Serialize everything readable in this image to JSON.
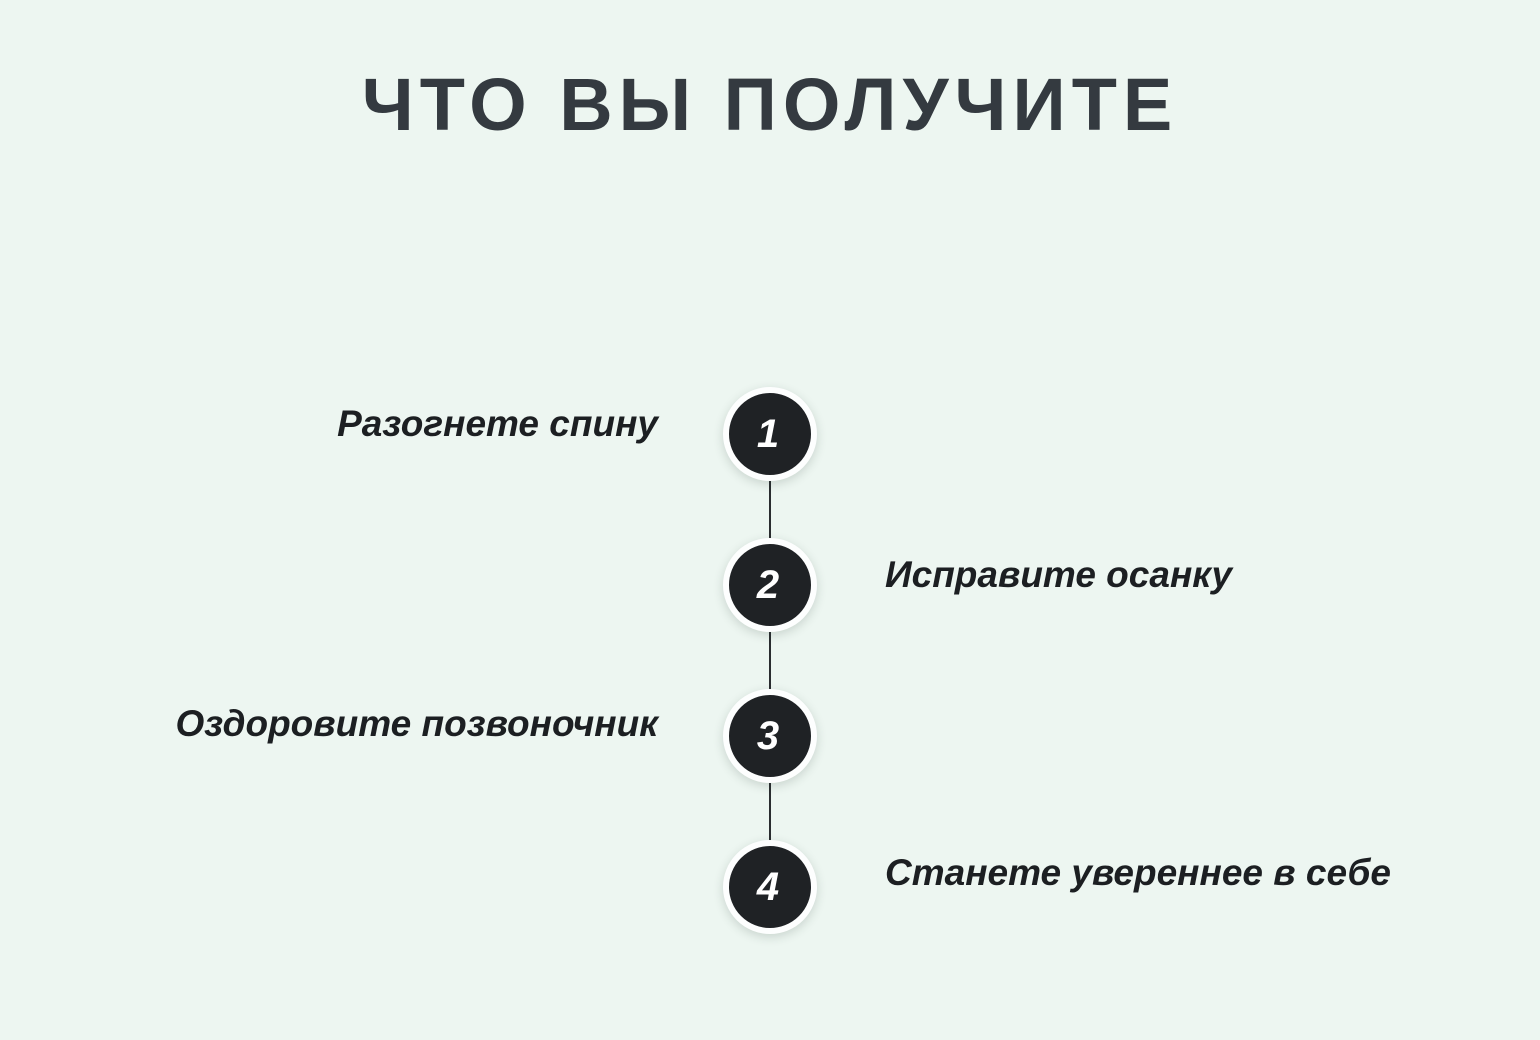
{
  "title": "ЧТО ВЫ ПОЛУЧИТЕ",
  "steps": [
    {
      "number": "1",
      "label": "Разогнете спину",
      "side": "left"
    },
    {
      "number": "2",
      "label": "Исправите осанку",
      "side": "right"
    },
    {
      "number": "3",
      "label": "Оздоровите позвоночник",
      "side": "left"
    },
    {
      "number": "4",
      "label": "Станете увереннее в себе",
      "side": "right"
    }
  ],
  "colors": {
    "background": "#edf6f1",
    "circle_fill": "#1f2225",
    "circle_ring": "#fdfefe",
    "title_text": "#343a40",
    "label_text": "#1c1f22",
    "connector": "#2a2d30"
  }
}
